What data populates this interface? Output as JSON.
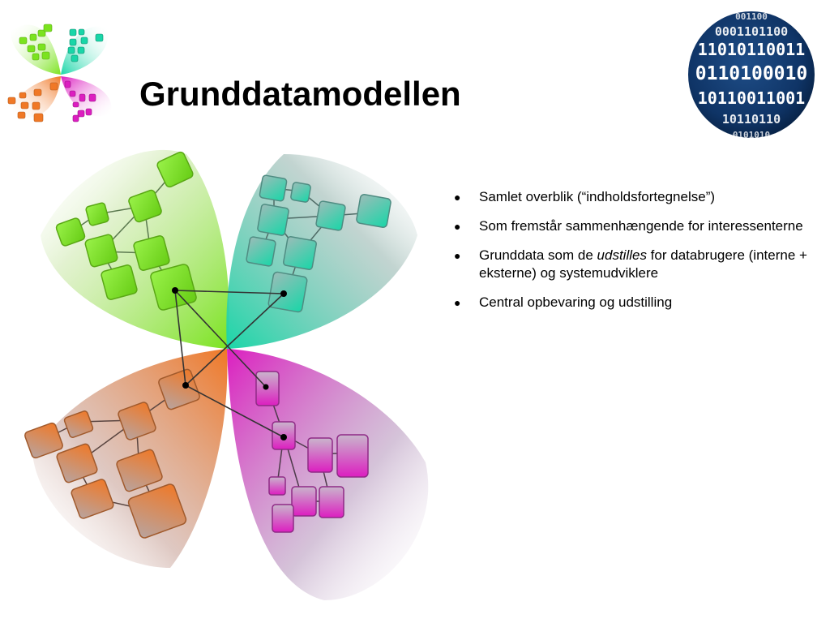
{
  "slide": {
    "title": "Grunddatamodellen",
    "bullets": [
      {
        "text": "Samlet overblik (“indholdsfortegnelse”)"
      },
      {
        "text": "Som fremstår sammenhængende for interessenterne"
      },
      {
        "before": "Grunddata som de ",
        "emphasis": "udstilles",
        "after": " for databrugere (interne + eksterne) og systemudviklere"
      },
      {
        "text": "Central opbevaring og udstilling"
      }
    ],
    "bullet_symbol": "●"
  },
  "globe": {
    "rows": [
      "001100",
      "0001101100",
      "11010110011",
      "0110100010",
      "10110011001",
      "10110110",
      "0101010"
    ]
  },
  "colors": {
    "green": "#7be31f",
    "teal": "#19d6a8",
    "orange": "#f07826",
    "magenta": "#dc1ec0",
    "globe_blue": "#0f3466"
  }
}
